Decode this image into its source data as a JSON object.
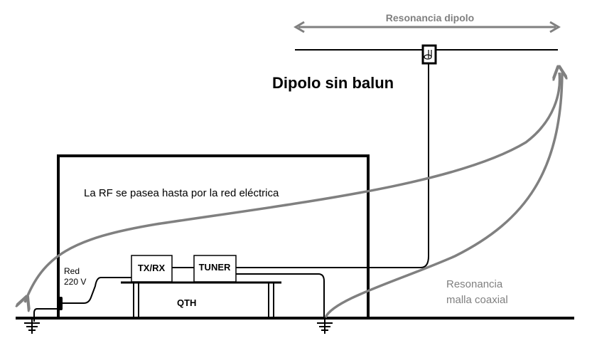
{
  "title": "Dipolo sin balun",
  "labels": {
    "dipole_resonance": "Resonancia dipolo",
    "rf_note": "La RF se pasea hasta por la red eléctrica",
    "mains_line1": "Red",
    "mains_line2": "220 V",
    "txrx": "TX/RX",
    "tuner": "TUNER",
    "qth": "QTH",
    "coax_resonance_line1": "Resonancia",
    "coax_resonance_line2": "malla coaxial"
  },
  "colors": {
    "line": "#000000",
    "arrow": "#808080"
  }
}
